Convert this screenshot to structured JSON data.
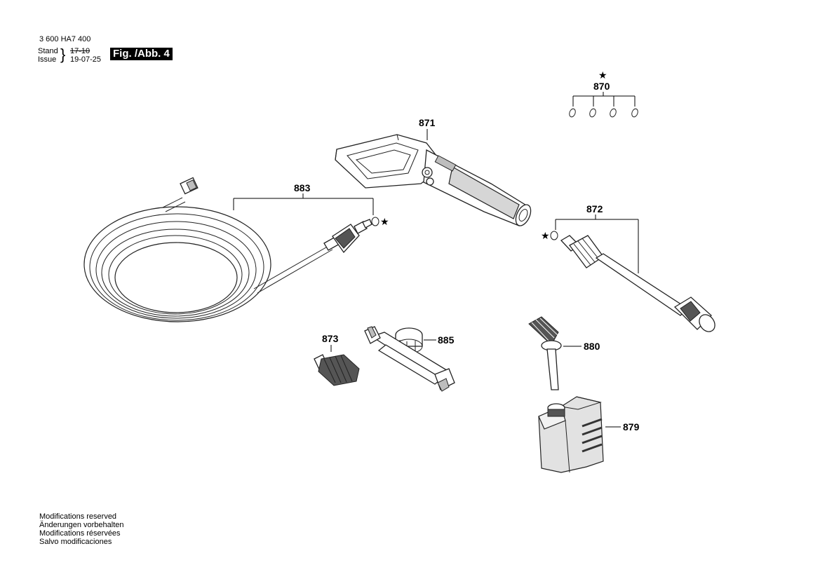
{
  "header": {
    "doc_number": "3 600 HA7 400",
    "stand_label": "Stand",
    "issue_label": "Issue",
    "stand_value_struck": "17-10",
    "issue_value": "19-07-25",
    "figure_badge": "Fig. /Abb. 4"
  },
  "parts": {
    "p870": "870",
    "p871": "871",
    "p872": "872",
    "p873": "873",
    "p879": "879",
    "p880": "880",
    "p883": "883",
    "p885": "885"
  },
  "marks": {
    "star": "★"
  },
  "footer": {
    "line1": "Modifications reserved",
    "line2": "Änderungen vorbehalten",
    "line3": "Modifications réservées",
    "line4": "Salvo modificaciones"
  }
}
